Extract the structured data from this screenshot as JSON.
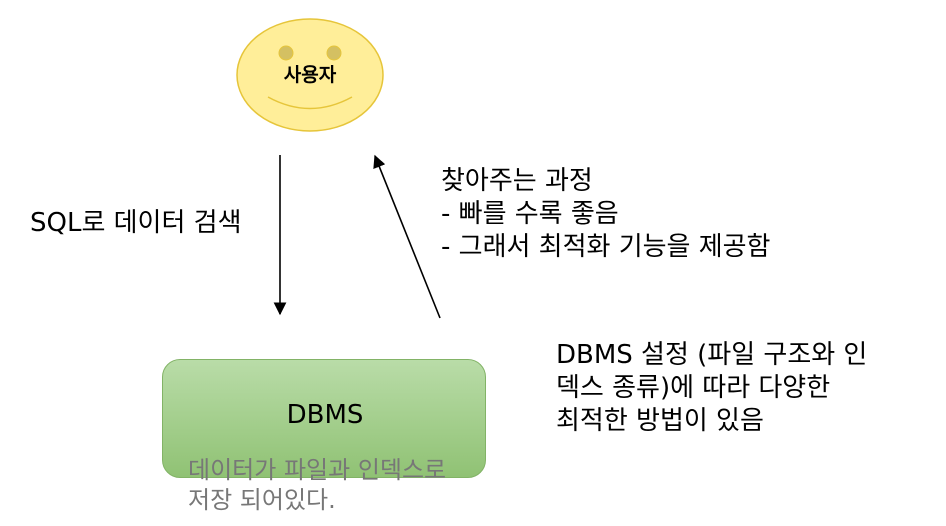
{
  "user": {
    "label": "사용자",
    "face_color": "#ffee99",
    "face_border": "#e6c53a",
    "eye_color": "#d4c062"
  },
  "arrow_down_label": "SQL로 데이터 검색",
  "optimization": {
    "title": "찾아주는 과정",
    "points": [
      "-   빠를 수록 좋음",
      "-   그래서 최적화 기능을 제공함"
    ]
  },
  "dbms": {
    "title": "DBMS",
    "note_line1": "데이터가 파일과 인덱스로",
    "note_line2": "저장 되어있다.",
    "box_color": "#a9d18e",
    "border_color": "#82b366"
  },
  "dbms_settings": {
    "line1": "DBMS 설정 (파일 구조와 인",
    "line2": "덱스 종류)에 따라 다양한",
    "line3": "최적한 방법이 있음"
  }
}
